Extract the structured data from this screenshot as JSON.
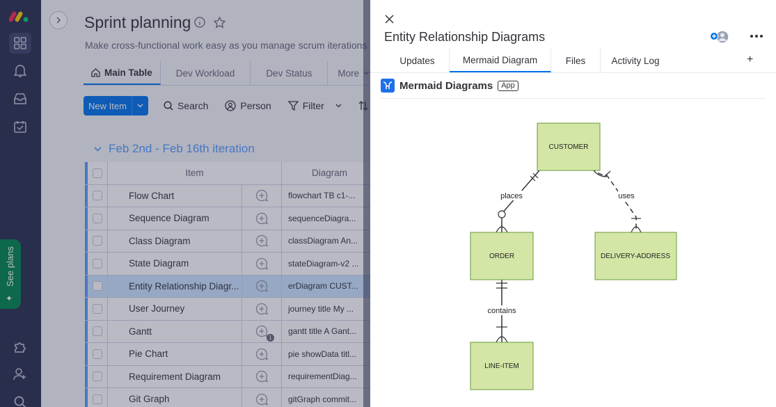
{
  "board": {
    "title": "Sprint planning",
    "description": "Make cross-functional work easy as you manage scrum iterations effici",
    "views": [
      {
        "label": "Main Table"
      },
      {
        "label": "Dev Workload"
      },
      {
        "label": "Dev Status"
      },
      {
        "label": "More"
      }
    ],
    "new_item_label": "New Item",
    "toolbar": {
      "search": "Search",
      "person": "Person",
      "filter": "Filter",
      "sort": "S"
    },
    "group_title": "Feb 2nd - Feb 16th iteration",
    "columns": {
      "item": "Item",
      "diagram": "Diagram"
    },
    "rows": [
      {
        "item": "Flow Chart",
        "diagram": "flowchart TB c1-..."
      },
      {
        "item": "Sequence Diagram",
        "diagram": "sequenceDiagra..."
      },
      {
        "item": "Class Diagram",
        "diagram": "classDiagram An..."
      },
      {
        "item": "State Diagram",
        "diagram": "stateDiagram-v2 ..."
      },
      {
        "item": "Entity Relationship Diagr...",
        "diagram": "erDiagram CUST..."
      },
      {
        "item": "User Journey",
        "diagram": "journey title My ..."
      },
      {
        "item": "Gantt",
        "diagram": "gantt title A Gant..."
      },
      {
        "item": "Pie Chart",
        "diagram": "pie showData titl..."
      },
      {
        "item": "Requirement Diagram",
        "diagram": "requirementDiag..."
      },
      {
        "item": "Git Graph",
        "diagram": "gitGraph commit..."
      }
    ],
    "gantt_update_count": "1"
  },
  "rail": {
    "see_plans": "See plans"
  },
  "panel": {
    "title": "Entity Relationship Diagrams",
    "tabs": [
      "Updates",
      "Mermaid Diagram",
      "Files",
      "Activity Log"
    ],
    "add_tab": "+",
    "app_name": "Mermaid Diagrams",
    "app_tag": "App"
  },
  "diagram": {
    "entities": {
      "customer": "CUSTOMER",
      "order": "ORDER",
      "delivery": "DELIVERY-ADDRESS",
      "line_item": "LINE-ITEM"
    },
    "relations": {
      "places": "places",
      "uses": "uses",
      "contains": "contains"
    },
    "entity_fill": "#d4e6a5",
    "entity_stroke": "#6a9a3a"
  },
  "colors": {
    "accent": "#0073ea",
    "rail": "#292f4c",
    "group": "#579bfc",
    "see_plans": "#00854d"
  }
}
